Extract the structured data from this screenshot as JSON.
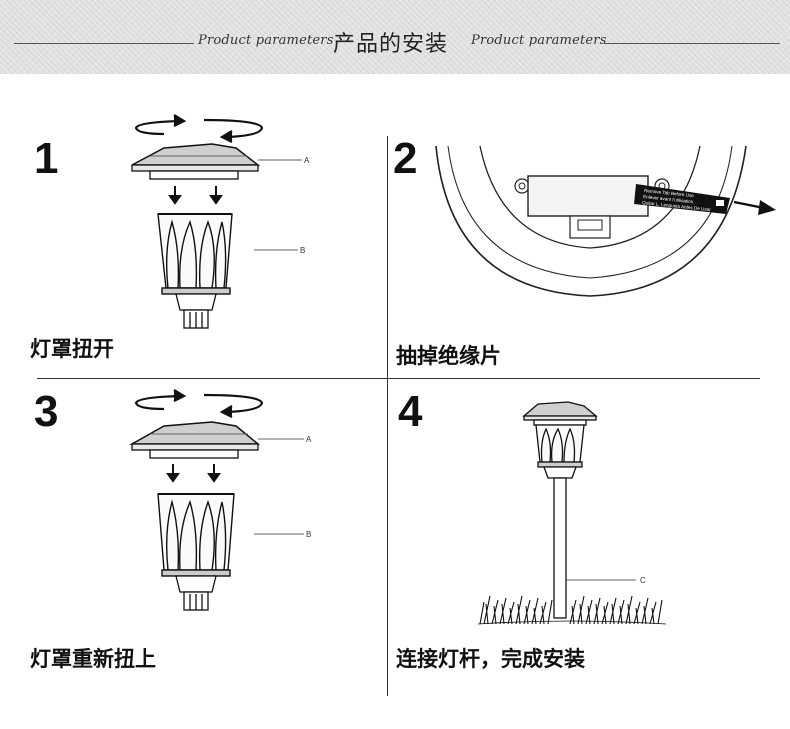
{
  "header": {
    "title": "产品的安装",
    "script_left": "Product parameters",
    "script_right": "Product parameters"
  },
  "steps": [
    {
      "number": "1",
      "caption": "灯罩扭开",
      "labels": [
        "A",
        "B"
      ]
    },
    {
      "number": "2",
      "caption": "抽掉绝缘片",
      "tab_lines": [
        "Remove Tab Before Use",
        "Enlever avant l'utilisation",
        "Quitar L. Lengueta Antes De Usar"
      ]
    },
    {
      "number": "3",
      "caption": "灯罩重新扭上",
      "labels": [
        "A",
        "B"
      ]
    },
    {
      "number": "4",
      "caption": "连接灯杆，完成安装",
      "labels": [
        "C"
      ]
    }
  ],
  "icons": [
    "rotate-arrows-icon",
    "down-arrows-icon",
    "pull-arrow-icon",
    "grass-icon"
  ]
}
